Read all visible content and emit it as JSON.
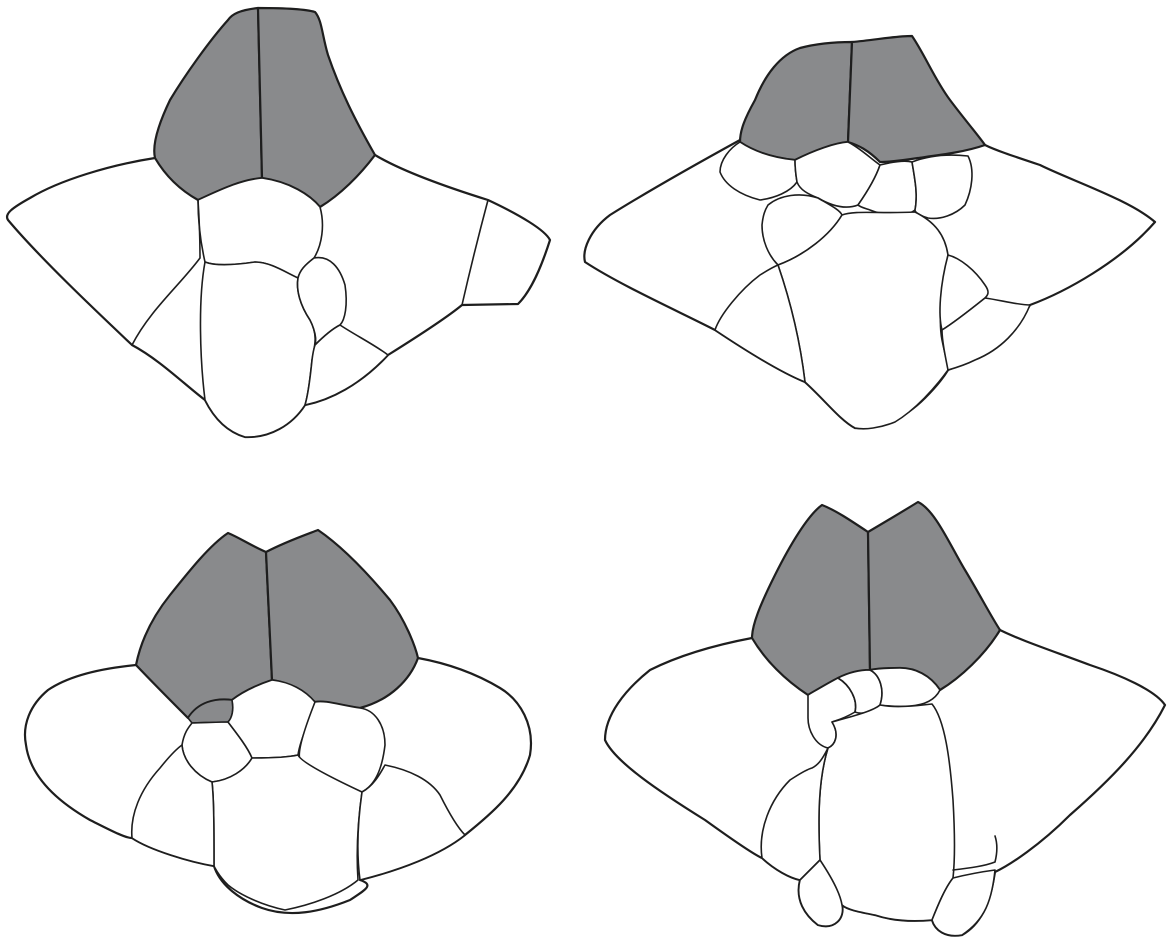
{
  "figure": {
    "panels": [
      {
        "id": "a",
        "position_word": "top-left",
        "anterior_plates": 2
      },
      {
        "id": "b",
        "position_word": "top-right",
        "anterior_plates": 2
      },
      {
        "id": "c",
        "position_word": "bottom-left",
        "anterior_plates": 2
      },
      {
        "id": "d",
        "position_word": "bottom-right",
        "anterior_plates": 2
      }
    ],
    "colors": {
      "background": "#ffffff",
      "outline": "#1e1e1e",
      "shaded_plate": "#898a8c",
      "plain_plate": "#ffffff"
    }
  }
}
